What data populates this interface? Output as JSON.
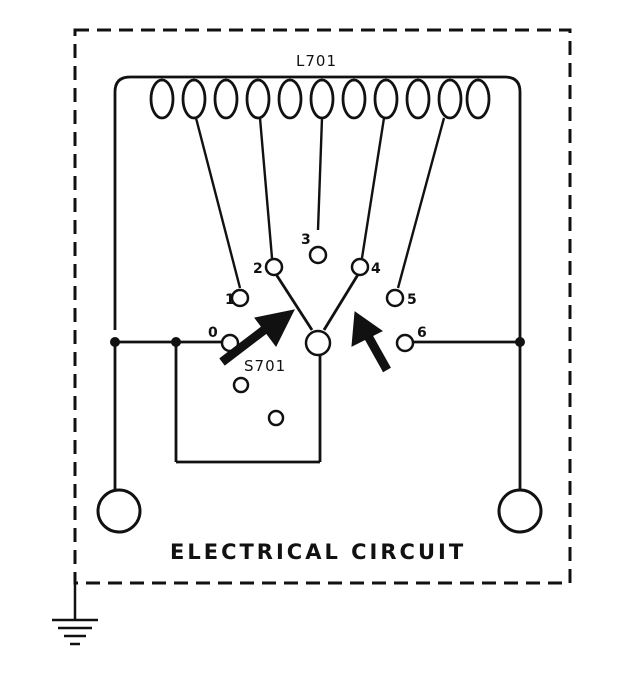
{
  "diagram": {
    "title": "ELECTRICAL CIRCUIT",
    "coil_label": "L701",
    "switch_label": "S701",
    "contacts": [
      "0",
      "1",
      "2",
      "3",
      "4",
      "5",
      "6"
    ],
    "colors": {
      "ink": "#111111",
      "background": "#ffffff"
    },
    "icons": [
      "ground-icon",
      "arrow-icon"
    ]
  }
}
